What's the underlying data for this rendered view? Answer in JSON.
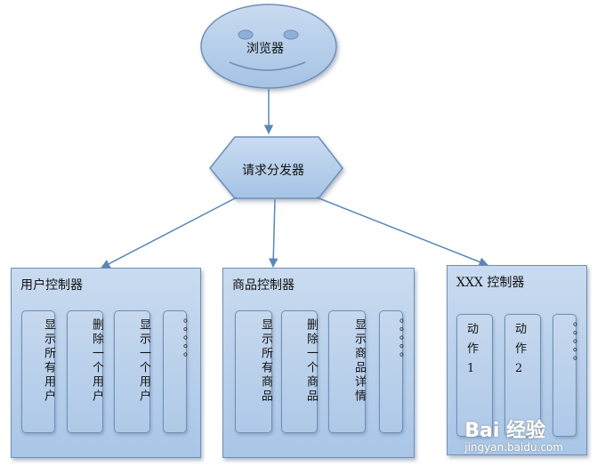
{
  "browser": {
    "label": "浏览器"
  },
  "dispatcher": {
    "label": "请求分发器"
  },
  "controllers": [
    {
      "title": "用户控制器",
      "actions": [
        "显示所有用户",
        "删除一个用户",
        "显示一个用户",
        "。。。。。"
      ]
    },
    {
      "title": "商品控制器",
      "actions": [
        "显示所有商品",
        "删除一个商品",
        "显示商品详情",
        "。。。。。"
      ]
    },
    {
      "title": "XXX 控制器",
      "actions": [
        "动作1",
        "动作2",
        "。。。。。"
      ]
    }
  ],
  "watermark": {
    "logo": "Bai 经验",
    "url": "jingyan.baidu.com"
  },
  "colors": {
    "shape_fill": "#a9c6e7",
    "shape_stroke": "#6f8fb8",
    "arrow": "#5b87b8"
  }
}
